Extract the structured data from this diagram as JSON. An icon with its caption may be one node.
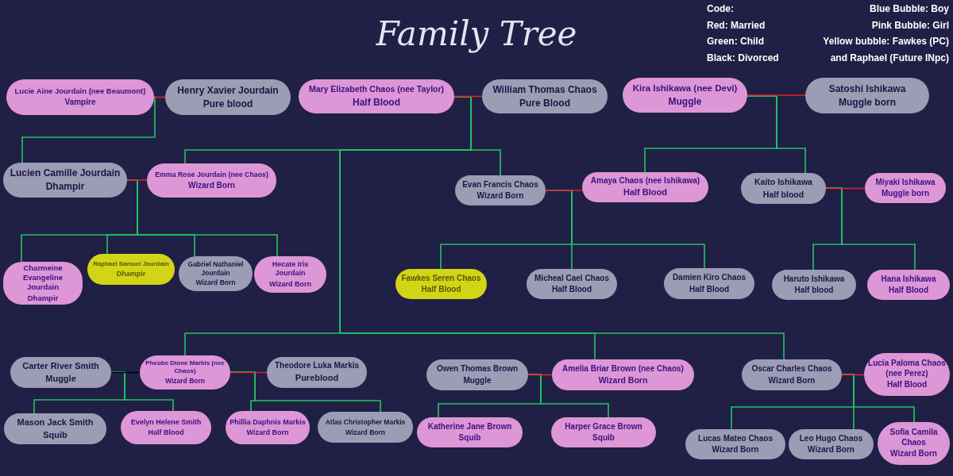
{
  "diagram": {
    "title": "Family Tree",
    "nodes": [
      {
        "text": [
          "Lucie Aine Jourdain (nee Beaumont)",
          "Vampire"
        ]
      },
      {
        "text": [
          "Henry Xavier Jourdain",
          "Pure blood"
        ]
      },
      {
        "text": [
          "Mary Elizabeth Chaos (nee Taylor)",
          "Half Blood"
        ]
      },
      {
        "text": [
          "William Thomas Chaos",
          "Pure Blood"
        ]
      },
      {
        "text": [
          "Kira Ishikawa (nee Devi)",
          "Muggle"
        ]
      },
      {
        "text": [
          "Satoshi Ishikawa",
          "Muggle born"
        ]
      },
      {
        "text": [
          "Lucien Camille Jourdain",
          "Dhampir"
        ]
      },
      {
        "text": [
          "Emma Rose Jourdain (nee Chaos)",
          "Wizard Born"
        ]
      },
      {
        "text": [
          "Evan Francis Chaos",
          "Wizard Born"
        ]
      },
      {
        "text": [
          "Amaya Chaos (nee Ishikawa)",
          "Half Blood"
        ]
      },
      {
        "text": [
          "Kaito Ishikawa",
          "Half blood"
        ]
      },
      {
        "text": [
          "Miyaki Ishikawa",
          "Muggle born"
        ]
      },
      {
        "text": [
          "Charmeine Evangeline Jourdain",
          "Dhampir"
        ]
      },
      {
        "text": [
          "Raphael Samuel Jourdain",
          "Dhampir"
        ]
      },
      {
        "text": [
          "Gabriel Nathaniel Jourdain",
          "Wizard Born"
        ]
      },
      {
        "text": [
          "Hecate Iris Jourdain",
          "Wizard Born"
        ]
      },
      {
        "text": [
          "Fawkes Seren Chaos",
          "Half Blood"
        ]
      },
      {
        "text": [
          "Micheal Cael Chaos",
          "Half Blood"
        ]
      },
      {
        "text": [
          "Damien Kiro Chaos",
          "Half Blood"
        ]
      },
      {
        "text": [
          "Haruto Ishikawa",
          "Half blood"
        ]
      },
      {
        "text": [
          "Hana Ishikawa",
          "Half Blood"
        ]
      },
      {
        "text": [
          "Carter River Smith",
          "Muggle"
        ]
      },
      {
        "text": [
          "Pheobe Dione Markis (nee Chaos)",
          "Wizard Born"
        ]
      },
      {
        "text": [
          "Theodore Luka Markis",
          "Pureblood"
        ]
      },
      {
        "text": [
          "Owen Thomas Brown",
          "Muggle"
        ]
      },
      {
        "text": [
          "Amelia Briar Brown (nee Chaos)",
          "Wizard Born"
        ]
      },
      {
        "text": [
          "Oscar Charles Chaos",
          "Wizard Born"
        ]
      },
      {
        "text": [
          "Lucia Paloma Chaos (nee Perez)",
          "Half Blood"
        ]
      },
      {
        "text": [
          "Mason Jack Smith",
          "Squib"
        ]
      },
      {
        "text": [
          "Evelyn Helene Smith",
          "Half Blood"
        ]
      },
      {
        "text": [
          "Phillia Daphnis Markis",
          "Wizard Born"
        ]
      },
      {
        "text": [
          "Atlas Christopher Markis",
          "Wizard Born"
        ]
      },
      {
        "text": [
          "Katherine Jane Brown",
          "Squib"
        ]
      },
      {
        "text": [
          "Harper Grace Brown",
          "Squib"
        ]
      },
      {
        "text": [
          "Lucas Mateo Chaos",
          "Wizard Born"
        ]
      },
      {
        "text": [
          "Leo Hugo Chaos",
          "Wizard Born"
        ]
      },
      {
        "text": [
          "Sofia Camila Chaos",
          "Wizard Born"
        ]
      }
    ],
    "edges": [
      {
        "from": 0,
        "to": 1,
        "arrow": "none",
        "color": "#e0202a"
      },
      {
        "from": 2,
        "to": 3,
        "arrow": "none",
        "color": "#e0202a"
      },
      {
        "from": 4,
        "to": 5,
        "arrow": "none",
        "color": "#e0202a"
      },
      {
        "from": 0,
        "to": 6,
        "arrow": "none"
      },
      {
        "from": 2,
        "to": 7,
        "arrow": "none"
      },
      {
        "from": 2,
        "to": 8,
        "arrow": "none"
      },
      {
        "from": 4,
        "to": 9,
        "arrow": "none"
      },
      {
        "from": 4,
        "to": 10,
        "arrow": "none"
      },
      {
        "from": 6,
        "to": 7,
        "arrow": "none",
        "color": "#e0202a"
      },
      {
        "from": 8,
        "to": 9,
        "arrow": "none",
        "color": "#e0202a"
      },
      {
        "from": 10,
        "to": 11,
        "arrow": "none",
        "color": "#e0202a"
      },
      {
        "from": 6,
        "to": 12,
        "arrow": "none"
      },
      {
        "from": 6,
        "to": 13,
        "arrow": "none"
      },
      {
        "from": 6,
        "to": 14,
        "arrow": "none"
      },
      {
        "from": 6,
        "to": 15,
        "arrow": "none"
      },
      {
        "from": 8,
        "to": 16,
        "arrow": "none"
      },
      {
        "from": 8,
        "to": 17,
        "arrow": "none"
      },
      {
        "from": 8,
        "to": 18,
        "arrow": "none"
      },
      {
        "from": 10,
        "to": 19,
        "arrow": "none"
      },
      {
        "from": 10,
        "to": 20,
        "arrow": "none"
      },
      {
        "from": 2,
        "to": 22,
        "arrow": "none"
      },
      {
        "from": 2,
        "to": 25,
        "arrow": "none"
      },
      {
        "from": 2,
        "to": 26,
        "arrow": "none"
      },
      {
        "from": 21,
        "to": 22,
        "arrow": "none",
        "color": "#000000"
      },
      {
        "from": 22,
        "to": 23,
        "arrow": "none",
        "color": "#e0202a"
      },
      {
        "from": 24,
        "to": 25,
        "arrow": "none",
        "color": "#e0202a"
      },
      {
        "from": 26,
        "to": 27,
        "arrow": "none",
        "color": "#e0202a"
      },
      {
        "from": 21,
        "to": 28,
        "arrow": "none"
      },
      {
        "from": 21,
        "to": 29,
        "arrow": "none"
      },
      {
        "from": 22,
        "to": 30,
        "arrow": "none"
      },
      {
        "from": 22,
        "to": 31,
        "arrow": "none"
      },
      {
        "from": 24,
        "to": 32,
        "arrow": "none"
      },
      {
        "from": 24,
        "to": 33,
        "arrow": "none"
      },
      {
        "from": 26,
        "to": 34,
        "arrow": "none"
      },
      {
        "from": 26,
        "to": 35,
        "arrow": "none"
      },
      {
        "from": 26,
        "to": 36,
        "arrow": "none"
      }
    ],
    "labels": [
      "Code:",
      "Blue Bubble: Boy",
      "Red: Married",
      "Pink Bubble: Girl",
      "Green: Child",
      "Yellow bubble: Fawkes (PC)",
      "Black: Divorced",
      "and Raphael (Future INpc)"
    ]
  }
}
